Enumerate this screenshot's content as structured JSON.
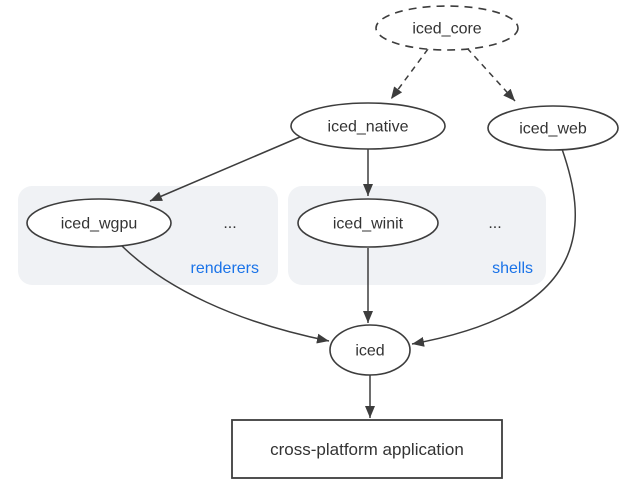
{
  "colors": {
    "background": "#ffffff",
    "node_stroke": "#3d3d3d",
    "node_fill": "#ffffff",
    "text": "#333333",
    "accent_blue": "#1a73e8",
    "group_bg": "#f0f2f5"
  },
  "nodes": {
    "iced_core": {
      "label": "iced_core",
      "shape": "dashed-ellipse"
    },
    "iced_native": {
      "label": "iced_native",
      "shape": "ellipse"
    },
    "iced_web": {
      "label": "iced_web",
      "shape": "ellipse"
    },
    "iced_wgpu": {
      "label": "iced_wgpu",
      "shape": "ellipse"
    },
    "iced_winit": {
      "label": "iced_winit",
      "shape": "ellipse"
    },
    "iced": {
      "label": "iced",
      "shape": "ellipse"
    },
    "application": {
      "label": "cross-platform application",
      "shape": "rectangle"
    }
  },
  "groups": {
    "renderers": {
      "label": "renderers",
      "ellipsis": "...",
      "contains": [
        "iced_wgpu"
      ]
    },
    "shells": {
      "label": "shells",
      "ellipsis": "...",
      "contains": [
        "iced_winit"
      ]
    }
  },
  "edges": [
    {
      "from": "iced_core",
      "to": "iced_native",
      "style": "dashed"
    },
    {
      "from": "iced_core",
      "to": "iced_web",
      "style": "dashed"
    },
    {
      "from": "iced_native",
      "to": "iced_wgpu",
      "style": "solid"
    },
    {
      "from": "iced_native",
      "to": "iced_winit",
      "style": "solid"
    },
    {
      "from": "iced_wgpu",
      "to": "iced",
      "style": "solid"
    },
    {
      "from": "iced_winit",
      "to": "iced",
      "style": "solid"
    },
    {
      "from": "iced_web",
      "to": "iced",
      "style": "solid"
    },
    {
      "from": "iced",
      "to": "application",
      "style": "solid"
    }
  ]
}
